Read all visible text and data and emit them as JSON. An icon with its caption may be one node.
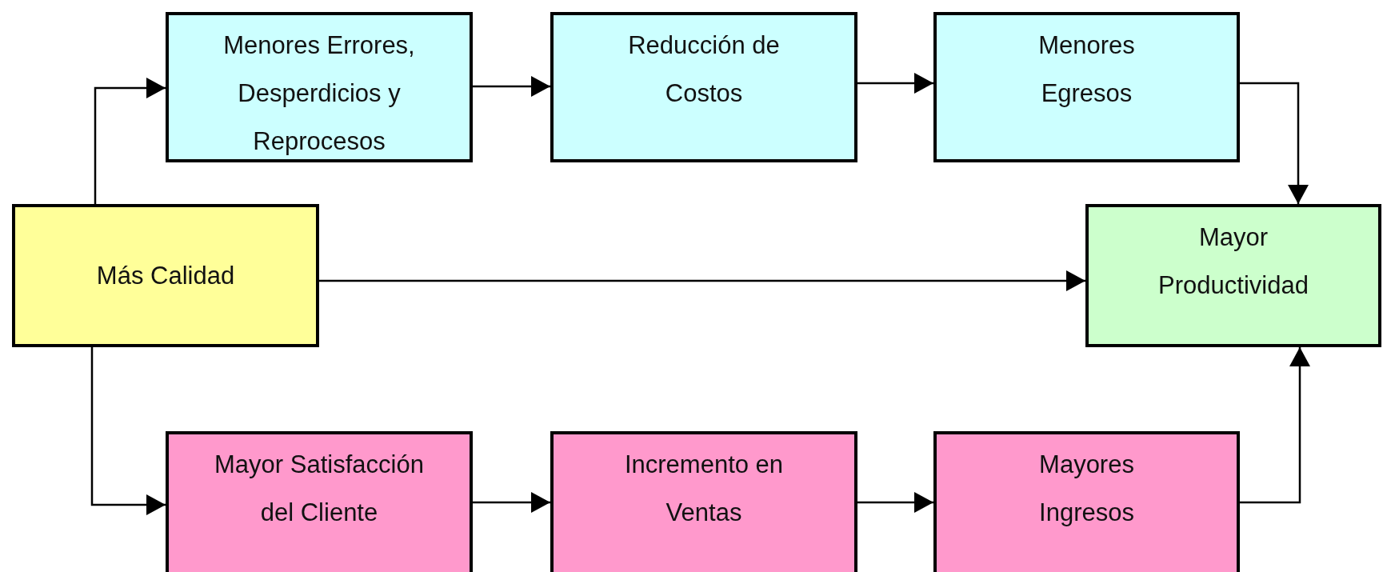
{
  "diagram": {
    "nodes": [
      {
        "text": [
          "Más Calidad"
        ]
      },
      {
        "text": [
          "Menores Errores, Desperdicios y Reprocesos"
        ]
      },
      {
        "text": [
          "Reducción de Costos"
        ]
      },
      {
        "text": [
          "Menores Egresos"
        ]
      },
      {
        "text": [
          "Mayor Productividad"
        ]
      },
      {
        "text": [
          "Mayor Satisfacción del Cliente"
        ]
      },
      {
        "text": [
          "Incremento en Ventas"
        ]
      },
      {
        "text": [
          "Mayores Ingresos"
        ]
      }
    ],
    "edges": [
      {
        "from": 0,
        "to": 1,
        "arrow": "to"
      },
      {
        "from": 1,
        "to": 2,
        "arrow": "to"
      },
      {
        "from": 2,
        "to": 3,
        "arrow": "to"
      },
      {
        "from": 3,
        "to": 4,
        "arrow": "to"
      },
      {
        "from": 0,
        "to": 4,
        "arrow": "to"
      },
      {
        "from": 0,
        "to": 5,
        "arrow": "to"
      },
      {
        "from": 5,
        "to": 6,
        "arrow": "to"
      },
      {
        "from": 6,
        "to": 7,
        "arrow": "to"
      },
      {
        "from": 7,
        "to": 4,
        "arrow": "to"
      }
    ]
  }
}
